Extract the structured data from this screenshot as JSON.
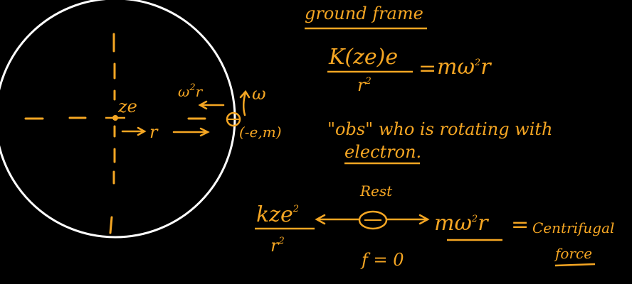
{
  "colors": {
    "background": "#000000",
    "ink": "#f5a623",
    "orbit": "#ffffff"
  },
  "diagram": {
    "nucleus_label": "ze",
    "radius_label": "r",
    "centripetal_label": "ω",
    "centripetal_superscript": "2",
    "centripetal_tail": "r",
    "omega_label": "ω",
    "electron_label": "(-e,m)"
  },
  "notes": {
    "heading": "ground frame",
    "eq1_numerator": "K(ze)e",
    "eq1_denominator": "r",
    "eq1_denominator_sup": "2",
    "eq1_equals": "=",
    "eq1_rhs": "mω",
    "eq1_rhs_sup": "2",
    "eq1_rhs_tail": "r",
    "observer_line1": "\"obs\" who is rotating with",
    "observer_line2": "electron."
  },
  "rotating_frame": {
    "rest_label": "Rest",
    "force_numerator": "kze",
    "force_numerator_sup": "2",
    "force_denominator": "r",
    "force_denominator_sup": "2",
    "centrifugal_term": "mω",
    "centrifugal_sup": "2",
    "centrifugal_tail": "r",
    "equals": "=",
    "centrifugal_word": "Centrifugal",
    "force_word": "force",
    "net_force": "f = 0"
  }
}
